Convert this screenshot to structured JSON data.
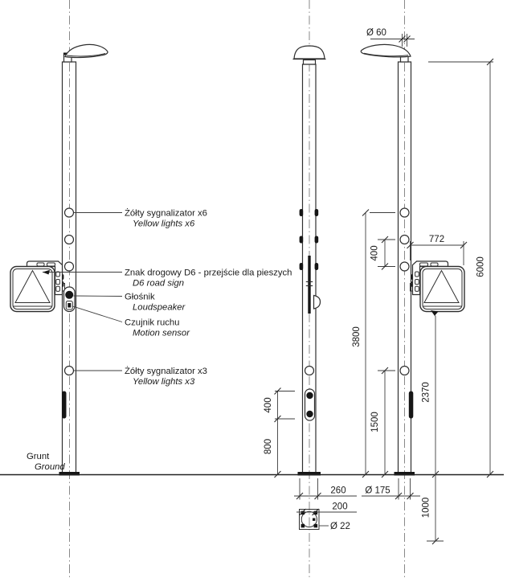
{
  "callouts": {
    "lights6": {
      "pl": "Żółty sygnalizator x6",
      "en": "Yellow lights x6"
    },
    "sign": {
      "pl": "Znak drogowy D6 - przejście dla pieszych",
      "en": "D6 road sign"
    },
    "speaker": {
      "pl": "Głośnik",
      "en": "Loudspeaker"
    },
    "motion": {
      "pl": "Czujnik ruchu",
      "en": "Motion sensor"
    },
    "lights3": {
      "pl": "Żółty sygnalizator x3",
      "en": "Yellow lights x3"
    },
    "ground": {
      "pl": "Grunt",
      "en": "Ground"
    }
  },
  "dimensions": {
    "lamp_mount_diameter": "Ø 60",
    "sign_width": "772",
    "total_height": "6000",
    "upper_lights_height": "3800",
    "upper_lights_spacing": "400",
    "lower_light_height": "1500",
    "sign_bottom_height": "2370",
    "push_button_spacing": "400",
    "push_button_height": "800",
    "base_plate_width": "260",
    "bolt_spacing": "200",
    "pole_diameter": "Ø 175",
    "bolt_diameter": "Ø 22",
    "foundation_depth": "1000"
  },
  "colors": {
    "line": "#2f2f2f",
    "centerline": "#7d7d7d",
    "background": "#ffffff"
  }
}
